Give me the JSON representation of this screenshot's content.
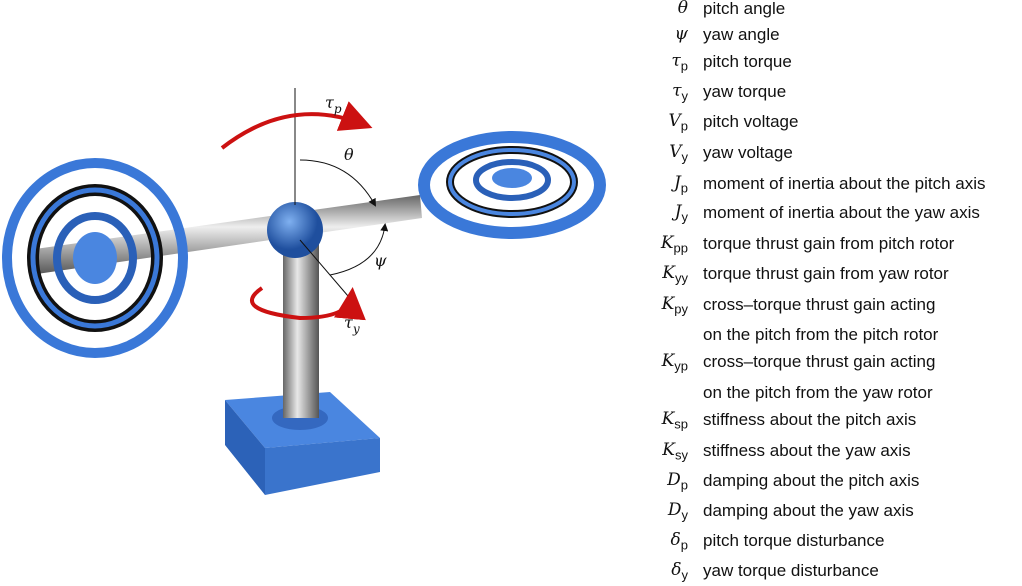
{
  "diagram_labels": {
    "tau_p": "τp",
    "theta": "θ",
    "psi": "ψ",
    "tau_y": "τy"
  },
  "colors": {
    "body": "#3a78d8",
    "dark": "#1f4f9e",
    "rod": "#9a9a9a",
    "arrow": "#cc1111"
  },
  "legend": [
    {
      "sym": "θ",
      "sub": "",
      "desc": "pitch angle"
    },
    {
      "sym": "ψ",
      "sub": "",
      "desc": "yaw angle"
    },
    {
      "sym": "τ",
      "sub": "p",
      "desc": "pitch torque"
    },
    {
      "sym": "τ",
      "sub": "y",
      "desc": "yaw torque"
    },
    {
      "sym": "V",
      "sub": "p",
      "desc": "pitch voltage"
    },
    {
      "sym": "V",
      "sub": "y",
      "desc": "yaw voltage"
    },
    {
      "sym": "J",
      "sub": "p",
      "desc": "moment of inertia about the pitch axis"
    },
    {
      "sym": "J",
      "sub": "y",
      "desc": "moment of inertia about the yaw axis"
    },
    {
      "sym": "K",
      "sub": "pp",
      "desc": "torque thrust gain from pitch rotor"
    },
    {
      "sym": "K",
      "sub": "yy",
      "desc": "torque thrust gain from yaw rotor"
    },
    {
      "sym": "K",
      "sub": "py",
      "desc": "cross–torque thrust gain acting"
    },
    {
      "sym": "",
      "sub": "",
      "desc": "on the pitch from the pitch rotor"
    },
    {
      "sym": "K",
      "sub": "yp",
      "desc": "cross–torque thrust gain acting"
    },
    {
      "sym": "",
      "sub": "",
      "desc": "on the pitch from the yaw rotor"
    },
    {
      "sym": "K",
      "sub": "sp",
      "desc": "stiffness about the pitch axis"
    },
    {
      "sym": "K",
      "sub": "sy",
      "desc": "stiffness about the yaw axis"
    },
    {
      "sym": "D",
      "sub": "p",
      "desc": "damping about the pitch axis"
    },
    {
      "sym": "D",
      "sub": "y",
      "desc": "damping about the yaw axis"
    },
    {
      "sym": "δ",
      "sub": "p",
      "desc": "pitch torque disturbance"
    },
    {
      "sym": "δ",
      "sub": "y",
      "desc": "yaw torque disturbance"
    }
  ]
}
